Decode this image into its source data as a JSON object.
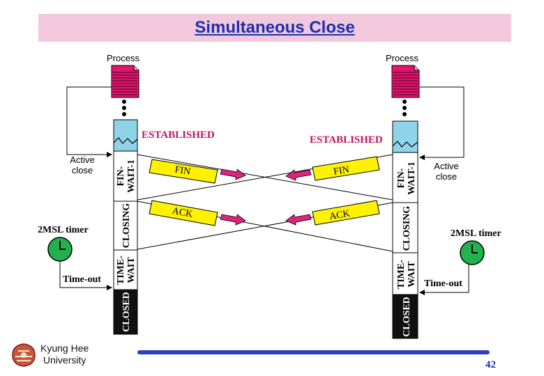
{
  "header": {
    "title": "Simultaneous Close"
  },
  "diagram": {
    "left": {
      "process_label": "Process",
      "state_established": "ESTABLISHED",
      "state_finwait1": "FIN-\nWAIT-1",
      "state_closing": "CLOSING",
      "state_timewait": "TIME-\nWAIT",
      "state_closed": "CLOSED",
      "active_close": "Active\nclose",
      "timer_label": "2MSL timer",
      "timeout_label": "Time-out"
    },
    "right": {
      "process_label": "Process",
      "state_established": "ESTABLISHED",
      "state_finwait1": "FIN-\nWAIT-1",
      "state_closing": "CLOSING",
      "state_timewait": "TIME-\nWAIT",
      "state_closed": "CLOSED",
      "active_close": "Active\nclose",
      "timer_label": "2MSL timer",
      "timeout_label": "Time-out"
    },
    "segments": {
      "fin_left": "FIN",
      "fin_right": "FIN",
      "ack_left": "ACK",
      "ack_right": "ACK"
    },
    "colors": {
      "established_text": "#c0145a",
      "segment_fill": "#fff200",
      "arrow_pink": "#e0237c",
      "process_pink": "#e2156e",
      "timer_green": "#22b14c",
      "established_box": "#8fd3e8",
      "closed_box": "#111111"
    }
  },
  "footer": {
    "university_line1": "Kyung Hee",
    "university_line2": "University",
    "page_number": "42"
  }
}
